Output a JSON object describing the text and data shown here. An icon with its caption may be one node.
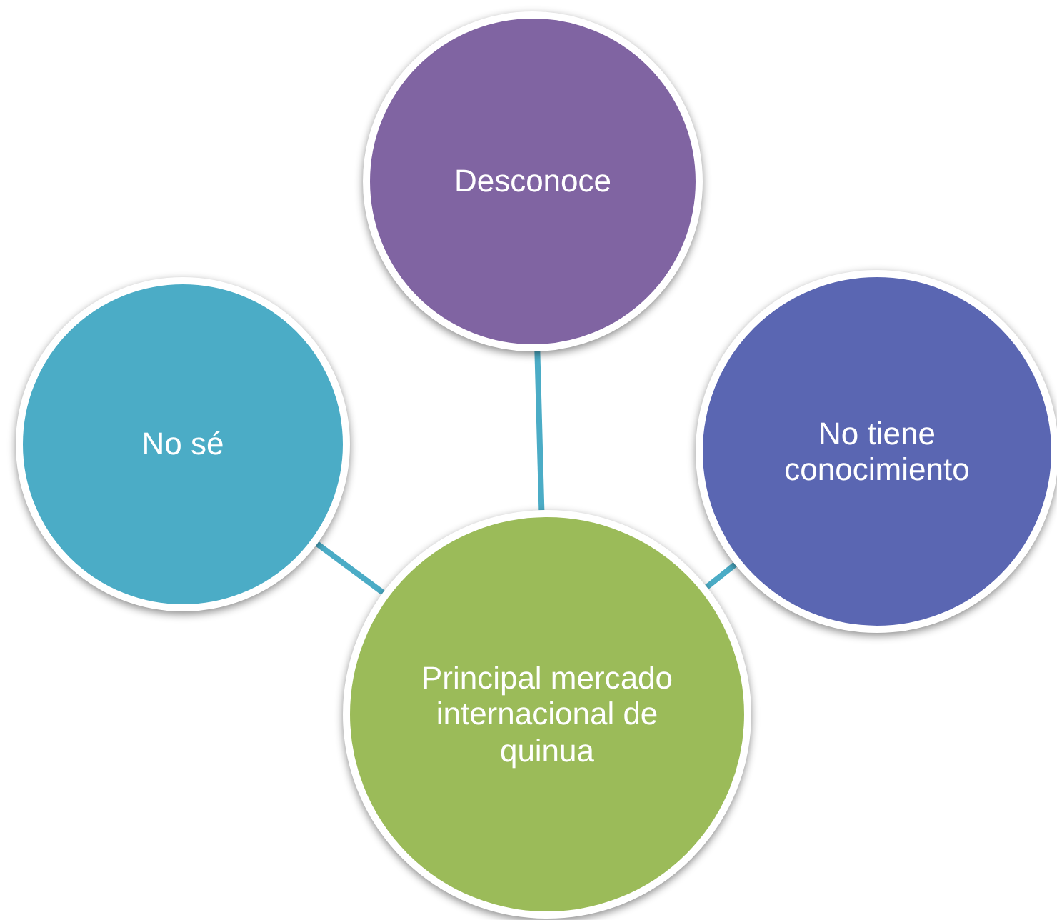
{
  "diagram": {
    "nodes": [
      {
        "text": [
          "Desconoce"
        ]
      },
      {
        "text": [
          "No sé"
        ]
      },
      {
        "text": [
          "No tiene conocimiento"
        ]
      },
      {
        "text": [
          "Principal mercado internacional de quinua"
        ]
      }
    ],
    "edges": [
      {
        "from": 3,
        "to": 0,
        "arrow": "none"
      },
      {
        "from": 3,
        "to": 1,
        "arrow": "none"
      },
      {
        "from": 3,
        "to": 2,
        "arrow": "none"
      }
    ]
  }
}
